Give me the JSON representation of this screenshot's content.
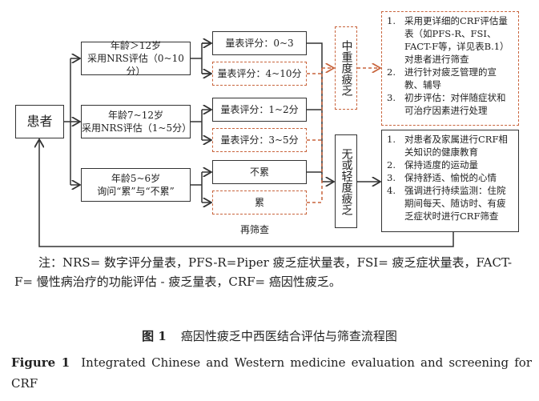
{
  "patient": "患者",
  "age_groups": [
    {
      "line1": "年龄＞12岁",
      "line2": "采用NRS评估（0~10分）"
    },
    {
      "line1": "年龄7~12岁",
      "line2": "采用NRS评估（1~5分）"
    },
    {
      "line1": "年龄5~6岁",
      "line2": "询问“累”与“不累”"
    }
  ],
  "results": [
    "量表评分：0~3",
    "量表评分：4~10分",
    "量表评分：1~2分",
    "量表评分：3~5分",
    "不累",
    "累"
  ],
  "moderate_severe": "中重度疲乏",
  "none_mild": "无或轻度疲乏",
  "rescreen": "再筛查",
  "severe_actions": [
    {
      "n": "1.",
      "t": "采用更详细的CRF评估量表（如PFS-R、FSI、FACT-F等，详见表B.1）对患者进行筛查"
    },
    {
      "n": "2.",
      "t": "进行针对疲乏管理的宣教、辅导"
    },
    {
      "n": "3.",
      "t": "初步评估：对伴随症状和可治疗因素进行处理"
    }
  ],
  "mild_actions": [
    {
      "n": "1.",
      "t": "对患者及家属进行CRF相关知识的健康教育"
    },
    {
      "n": "2.",
      "t": "保持适度的运动量"
    },
    {
      "n": "3.",
      "t": "保持舒适、愉悦的心情"
    },
    {
      "n": "4.",
      "t": "强调进行持续监测：住院期间每天、随访时、有疲乏症状时进行CRF筛查"
    }
  ],
  "note": "注：NRS= 数字评分量表，PFS-R=Piper 疲乏症状量表，FSI= 疲乏症状量表，FACT-F= 慢性病治疗的功能评估 - 疲乏量表，CRF= 癌因性疲乏。",
  "caption_cn_label": "图 1",
  "caption_cn": "癌因性疲乏中西医结合评估与筛查流程图",
  "caption_en_label": "Figure 1",
  "caption_en": "Integrated Chinese and Western medicine evaluation and screening for CRF",
  "colors": {
    "line": "#333333",
    "dashed": "#c8643c"
  }
}
